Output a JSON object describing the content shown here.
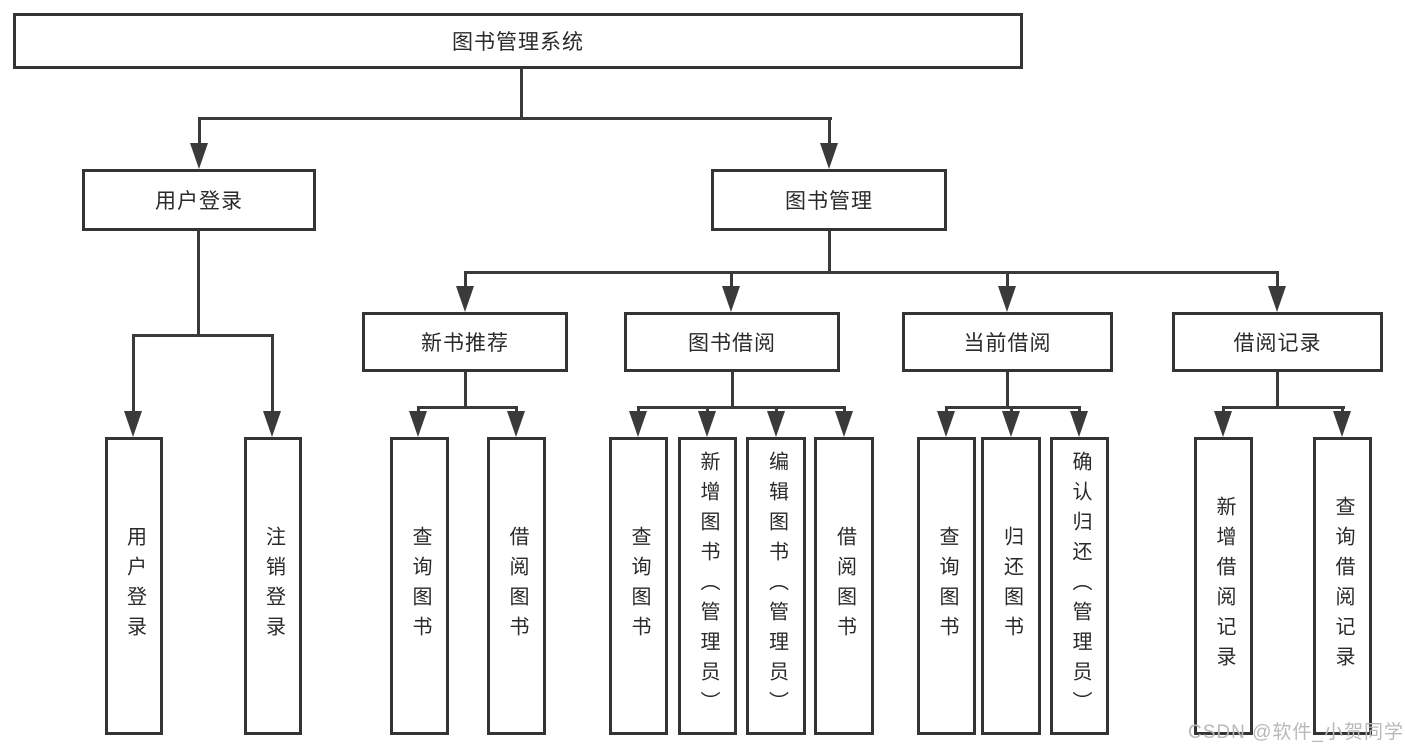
{
  "diagram": {
    "root": "图书管理系统",
    "branches": [
      {
        "label": "用户登录",
        "leaves": [
          "用户登录",
          "注销登录"
        ]
      },
      {
        "label": "图书管理",
        "groups": [
          {
            "label": "新书推荐",
            "leaves": [
              "查询图书",
              "借阅图书"
            ]
          },
          {
            "label": "图书借阅",
            "leaves": [
              "查询图书",
              "新增图书（管理员）",
              "编辑图书（管理员）",
              "借阅图书"
            ]
          },
          {
            "label": "当前借阅",
            "leaves": [
              "查询图书",
              "归还图书",
              "确认归还（管理员）"
            ]
          },
          {
            "label": "借阅记录",
            "leaves": [
              "新增借阅记录",
              "查询借阅记录"
            ]
          }
        ]
      }
    ]
  },
  "watermark": {
    "text": "CSDN @软件_小贺同学"
  },
  "colors": {
    "line": "#3a3a3a",
    "border": "#343434",
    "text": "#2a2a2a",
    "watermark": "#b9b9b9"
  }
}
